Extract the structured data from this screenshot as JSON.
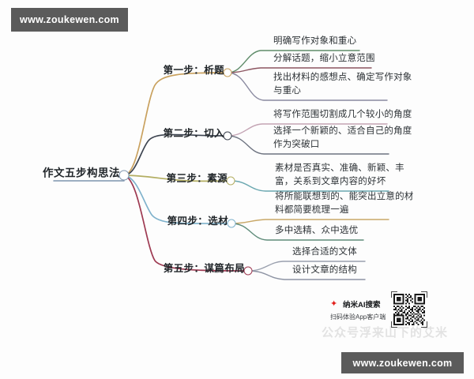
{
  "watermarks": {
    "top_badge": "www.zoukewen.com",
    "bottom_badge": "www.zoukewen.com",
    "faint_center": "公众号浮来山下的艾米"
  },
  "promo": {
    "mark_glyph": "✦",
    "title": "纳米AI搜索",
    "subtitle": "扫码体验App客户端",
    "qr_alt": "qr-code"
  },
  "mindmap": {
    "root": {
      "label": "作文五步构思法",
      "underline_color": "#7d93ad"
    },
    "branches": [
      {
        "label": "第一步：析题",
        "color": "#c9a15e",
        "children": [
          {
            "text": "明确写作对象和重心",
            "color": "#5f8c6a"
          },
          {
            "text": "分解话题，缩小立意范围",
            "color": "#8c5560"
          },
          {
            "text": "找出材料的感想点、确定写作对象\n与重心",
            "color": "#8a8aa0"
          }
        ]
      },
      {
        "label": "第二步：切入",
        "color": "#3d4450",
        "children": [
          {
            "text": "将写作范围切割成几个较小的角度",
            "color": "#c4a4b4"
          },
          {
            "text": "选择一个新颖的、适合自己的角度\n作为突破口",
            "color": "#6d7380"
          }
        ]
      },
      {
        "label": "第三步：素源",
        "color": "#b3ae62",
        "children": [
          {
            "text": "素材是否真实、准确、新颖、丰\n富，关系到文章内容的好坏",
            "color": "#6aa7b0"
          }
        ]
      },
      {
        "label": "第四步：选材",
        "color": "#7fb2cc",
        "children": [
          {
            "text": "将所能联想到的、能突出立意的材\n料都简要梳理一遍",
            "color": "#c9a868"
          },
          {
            "text": "多中选精、众中选优",
            "color": "#5f8c7a"
          }
        ]
      },
      {
        "label": "第五步：谋篇布局",
        "color": "#9e3a52",
        "children": [
          {
            "text": "选择合适的文体",
            "color": "#9aa0ae"
          },
          {
            "text": "设计文章的结构",
            "color": "#8d93a3"
          }
        ]
      }
    ]
  }
}
